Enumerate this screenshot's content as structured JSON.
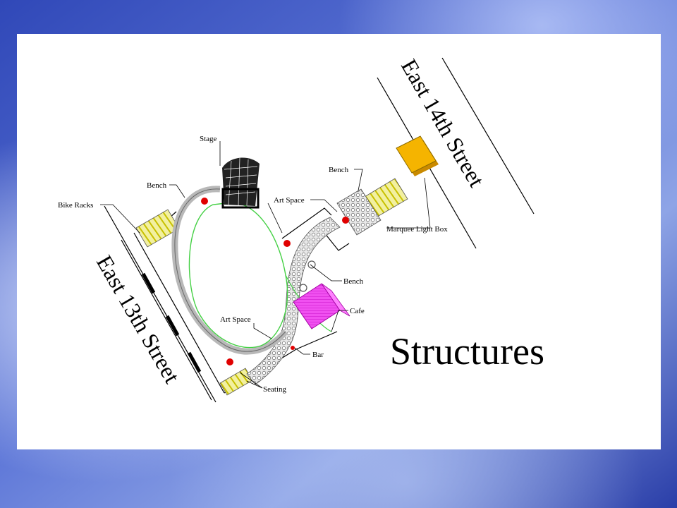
{
  "slide": {
    "title": "Structures"
  },
  "streets": {
    "north": "East 14th Street",
    "south": "East 13th Street"
  },
  "labels": {
    "stage": "Stage",
    "bench_left": "Bench",
    "bike_racks": "Bike Racks",
    "art_space_top": "Art Space",
    "bench_top_right": "Bench",
    "marquee": "Marquee Light Box",
    "bench_mid": "Bench",
    "cafe": "Cafe",
    "art_space_bottom": "Art Space",
    "bar": "Bar",
    "seating": "Seating"
  },
  "colors": {
    "marquee_box": "#f5b400",
    "cafe": "#e61ae6",
    "art_dot": "#e00000",
    "path_green": "#33cc33",
    "hatch": "#d8d830"
  }
}
